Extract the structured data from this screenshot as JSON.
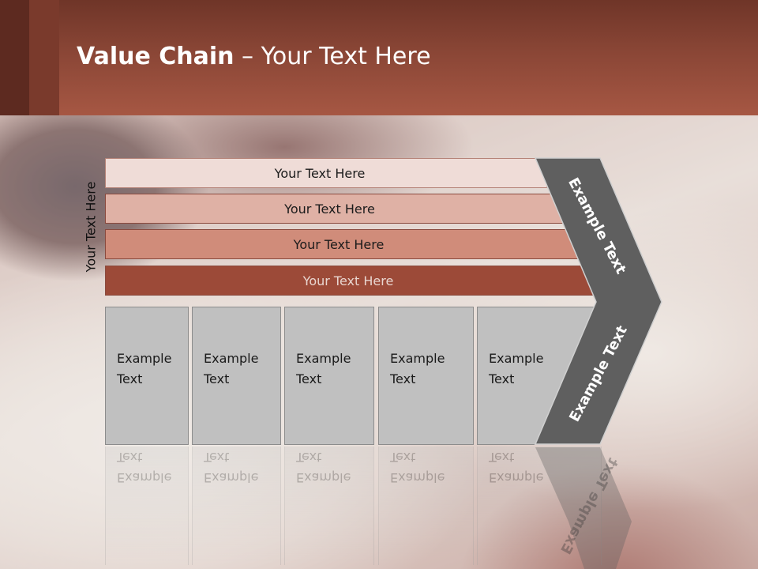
{
  "title": {
    "bold": "Value Chain",
    "rest": " – Your Text Here"
  },
  "side_label": "Your Text Here",
  "bars": [
    {
      "label": "Your Text Here"
    },
    {
      "label": "Your Text Here"
    },
    {
      "label": "Your Text Here"
    },
    {
      "label": "Your Text Here"
    }
  ],
  "boxes": [
    {
      "line1": "Example",
      "line2": "Text"
    },
    {
      "line1": "Example",
      "line2": "Text"
    },
    {
      "line1": "Example",
      "line2": "Text"
    },
    {
      "line1": "Example",
      "line2": "Text"
    },
    {
      "line1": "Example",
      "line2": "Text"
    }
  ],
  "chevron": {
    "top_label": "Example Text",
    "bottom_label": "Example Text",
    "color": "#5f5f5f"
  },
  "colors": {
    "header": "#a65743",
    "bar1": "#efdcd7",
    "bar2": "#dfb1a5",
    "bar3": "#d08c7a",
    "bar4": "#9c4a38",
    "box": "#c0c0c0"
  }
}
